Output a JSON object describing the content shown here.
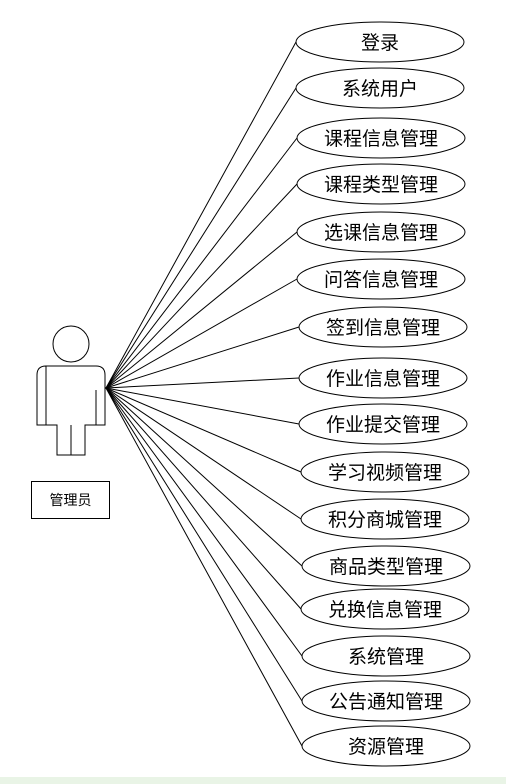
{
  "actor": {
    "label": "管理员"
  },
  "use_cases": [
    "登录",
    "系统用户",
    "课程信息管理",
    "课程类型管理",
    "选课信息管理",
    "问答信息管理",
    "签到信息管理",
    "作业信息管理",
    "作业提交管理",
    "学习视频管理",
    "积分商城管理",
    "商品类型管理",
    "兑换信息管理",
    "系统管理",
    "公告通知管理",
    "资源管理"
  ]
}
